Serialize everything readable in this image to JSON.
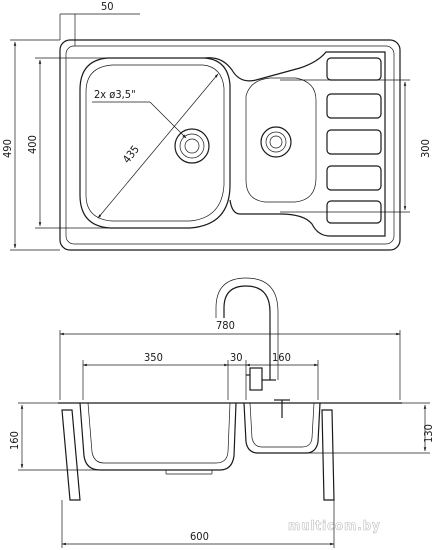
{
  "top_view": {
    "dim_flange": "50",
    "dim_height_total": "490",
    "dim_height_bowl": "400",
    "dim_diagonal": "435",
    "dim_drain": "2x ø3,5\"",
    "dim_small_bowl": "300"
  },
  "side_view": {
    "dim_width_total": "780",
    "dim_bowl_large": "350",
    "dim_gap": "30",
    "dim_bowl_small": "160",
    "dim_depth_large": "160",
    "dim_depth_small": "130",
    "dim_cabinet": "600"
  },
  "watermark": "multicom.by",
  "colors": {
    "line": "#1a1a1a",
    "background": "#ffffff",
    "watermark": "#ffffff"
  }
}
